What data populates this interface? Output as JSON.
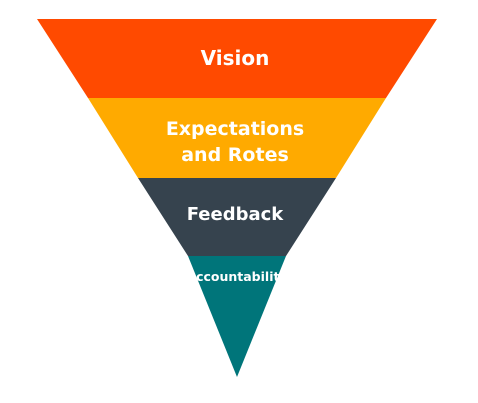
{
  "funnel": {
    "layers": [
      {
        "lines": [
          "Vision"
        ],
        "color": "#FF4A00"
      },
      {
        "lines": [
          "Expectations",
          "and Rotes"
        ],
        "color": "#FFAA00"
      },
      {
        "lines": [
          "Feedback"
        ],
        "color": "#36434E"
      },
      {
        "lines": [
          "Accountability"
        ],
        "color": "#00757A"
      }
    ]
  }
}
